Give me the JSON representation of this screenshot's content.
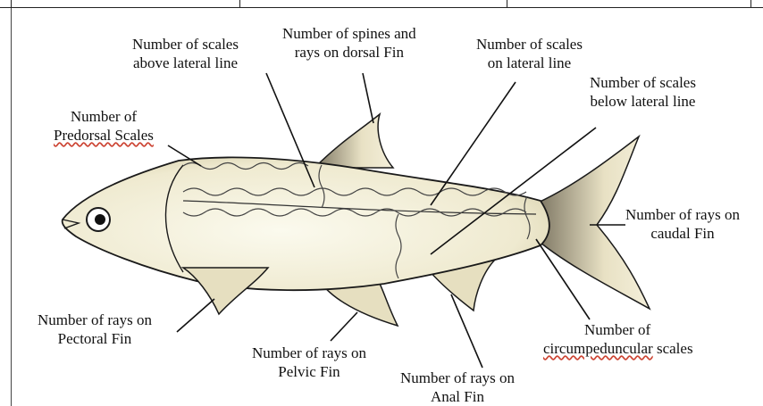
{
  "labels": {
    "scales_above": [
      "Number of scales",
      "above lateral line"
    ],
    "dorsal": [
      "Number of spines and",
      "rays on dorsal Fin"
    ],
    "scales_on": [
      "Number of scales",
      "on lateral line"
    ],
    "scales_below": [
      "Number of scales",
      "below lateral line"
    ],
    "predorsal": [
      "Number of",
      "Predorsal Scales"
    ],
    "caudal": [
      "Number of rays on",
      "caudal Fin"
    ],
    "pectoral": [
      "Number of rays on",
      "Pectoral Fin"
    ],
    "pelvic": [
      "Number of rays on",
      "Pelvic Fin"
    ],
    "anal": [
      "Number of rays on",
      "Anal Fin"
    ],
    "circumpeduncular": [
      "Number of",
      "circumpeduncular",
      "scales"
    ]
  },
  "colors": {
    "body_fill": "#f3f0d8",
    "fin_fill": "#e6dfc0",
    "ink": "#1a1a1a"
  }
}
